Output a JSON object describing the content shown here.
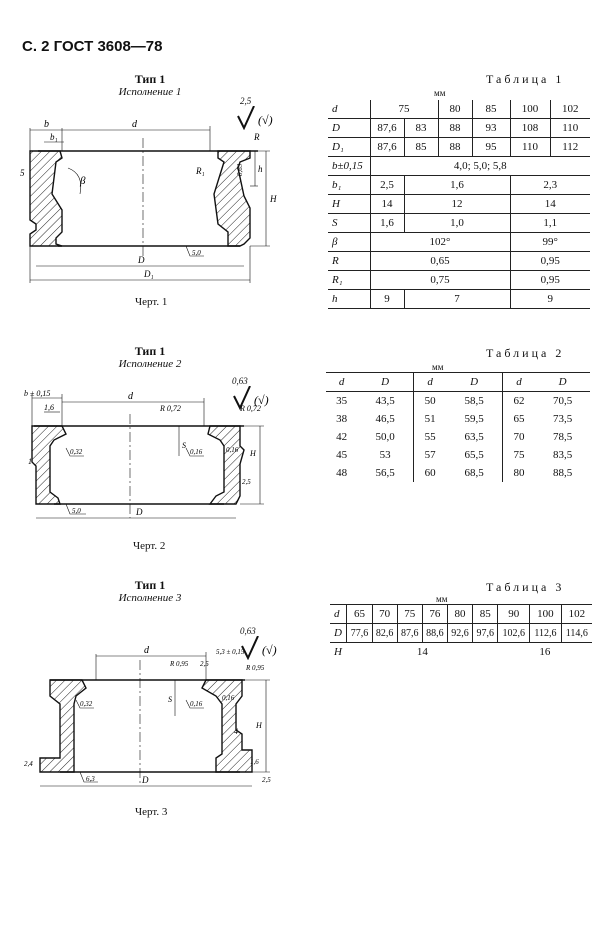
{
  "header": {
    "title": "С. 2 ГОСТ 3608—78"
  },
  "drawings": [
    {
      "tip": "Тип  1",
      "ispolnenie": "Исполнение 1",
      "caption": "Черт. 1",
      "roughness": "2,5",
      "roughness_suffix": "(√)",
      "labels": {
        "b": "b",
        "b1": "b₁",
        "d": "d",
        "R": "R",
        "R1": "R₁",
        "s": "5",
        "beta": "β",
        "h": "h",
        "H": "H",
        "D": "D",
        "D1": "D₁",
        "r063": "0,63",
        "r50": "5,0"
      }
    },
    {
      "tip": "Тип  1",
      "ispolnenie": "Исполнение 2",
      "caption": "Черт. 2",
      "roughness": "0,63",
      "roughness_suffix": "(√)",
      "labels": {
        "b": "b ± 0,15",
        "b16": "1,6",
        "d": "d",
        "R072a": "R 0,72",
        "R072b": "R 0,72",
        "s": "S",
        "H": "H",
        "one": "1",
        "r032": "0,32",
        "r016a": "0,16",
        "r016b": "0,16",
        "r25": "2,5",
        "D": "D",
        "r50": "5,0"
      }
    },
    {
      "tip": "Тип  1",
      "ispolnenie": "Исполнение 3",
      "caption": "Черт. 3",
      "roughness": "0,63",
      "roughness_suffix": "(√)",
      "labels": {
        "d": "d",
        "R095a": "R 0,95",
        "r25": "2,5",
        "b": "5,3 ± 0,15",
        "R095b": "R 0,95",
        "s": "S",
        "H": "H",
        "r032": "0,32",
        "r016a": "0,16",
        "r016b": "0,16",
        "r4": "4",
        "r24": "2,4",
        "r16": "1,6",
        "r25b": "2,5",
        "D": "D",
        "r63": "6,3"
      }
    }
  ],
  "table1": {
    "name": "Таблица 1",
    "unit": "мм",
    "rows": [
      {
        "label": "d",
        "cells": [
          {
            "t": "75",
            "span": 2
          },
          {
            "t": "80"
          },
          {
            "t": "85"
          },
          {
            "t": "100"
          },
          {
            "t": "102"
          }
        ]
      },
      {
        "label": "D",
        "cells": [
          {
            "t": "87,6"
          },
          {
            "t": "83"
          },
          {
            "t": "88"
          },
          {
            "t": "93"
          },
          {
            "t": "108"
          },
          {
            "t": "110"
          }
        ]
      },
      {
        "label": "D₁",
        "cells": [
          {
            "t": "87,6"
          },
          {
            "t": "85"
          },
          {
            "t": "88"
          },
          {
            "t": "95"
          },
          {
            "t": "110"
          },
          {
            "t": "112"
          }
        ]
      },
      {
        "label": "b±0,15",
        "cells": [
          {
            "t": "4,0;   5,0;   5,8",
            "span": 6
          }
        ]
      },
      {
        "label": "b₁",
        "cells": [
          {
            "t": "2,5"
          },
          {
            "t": "1,6",
            "span": 3
          },
          {
            "t": "2,3",
            "span": 2
          }
        ]
      },
      {
        "label": "H",
        "cells": [
          {
            "t": "14"
          },
          {
            "t": "12",
            "span": 3
          },
          {
            "t": "14",
            "span": 2
          }
        ]
      },
      {
        "label": "S",
        "cells": [
          {
            "t": "1,6"
          },
          {
            "t": "1,0",
            "span": 3
          },
          {
            "t": "1,1",
            "span": 2
          }
        ]
      },
      {
        "label": "β",
        "cells": [
          {
            "t": "102°",
            "span": 4
          },
          {
            "t": "99°",
            "span": 2
          }
        ]
      },
      {
        "label": "R",
        "cells": [
          {
            "t": "0,65",
            "span": 4
          },
          {
            "t": "0,95",
            "span": 2
          }
        ]
      },
      {
        "label": "R₁",
        "cells": [
          {
            "t": "0,75",
            "span": 4
          },
          {
            "t": "0,95",
            "span": 2
          }
        ]
      },
      {
        "label": "h",
        "cells": [
          {
            "t": "9"
          },
          {
            "t": "7",
            "span": 3
          },
          {
            "t": "9",
            "span": 2
          }
        ]
      }
    ]
  },
  "table2": {
    "name": "Таблица 2",
    "unit": "мм",
    "headers": [
      "d",
      "D",
      "d",
      "D",
      "d",
      "D"
    ],
    "rows": [
      [
        "35",
        "43,5",
        "50",
        "58,5",
        "62",
        "70,5"
      ],
      [
        "38",
        "46,5",
        "51",
        "59,5",
        "65",
        "73,5"
      ],
      [
        "42",
        "50,0",
        "55",
        "63,5",
        "70",
        "78,5"
      ],
      [
        "45",
        "53",
        "57",
        "65,5",
        "75",
        "83,5"
      ],
      [
        "48",
        "56,5",
        "60",
        "68,5",
        "80",
        "88,5"
      ]
    ]
  },
  "table3": {
    "name": "Таблица 3",
    "unit": "мм",
    "d_label": "d",
    "D_label": "D",
    "H_label": "H",
    "d_values": [
      "65",
      "70",
      "75",
      "76",
      "80",
      "85",
      "90",
      "100",
      "102"
    ],
    "D_values": [
      "77,6",
      "82,6",
      "87,6",
      "88,6",
      "92,6",
      "97,6",
      "102,6",
      "112,6",
      "114,6"
    ],
    "H_values": [
      {
        "t": "14",
        "span": 6
      },
      {
        "t": "16",
        "span": 3
      }
    ]
  }
}
